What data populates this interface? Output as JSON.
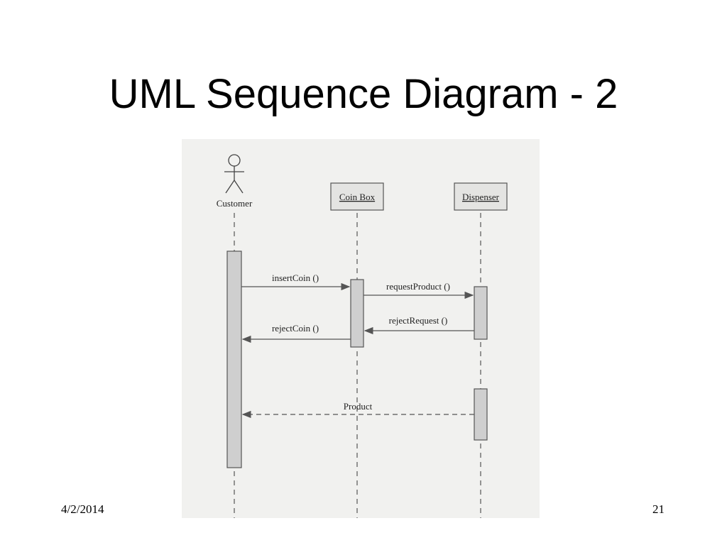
{
  "slide": {
    "title": "UML Sequence Diagram - 2",
    "date": "4/2/2014",
    "page_number": "21"
  },
  "diagram": {
    "actor": {
      "label": "Customer"
    },
    "objects": [
      {
        "label": "Coin Box"
      },
      {
        "label": "Dispenser"
      }
    ],
    "messages": [
      {
        "label": "insertCoin ()",
        "from": "Customer",
        "to": "Coin Box",
        "style": "sync"
      },
      {
        "label": "requestProduct ()",
        "from": "Coin Box",
        "to": "Dispenser",
        "style": "sync"
      },
      {
        "label": "rejectRequest ()",
        "from": "Dispenser",
        "to": "Coin Box",
        "style": "sync"
      },
      {
        "label": "rejectCoin ()",
        "from": "Coin Box",
        "to": "Customer",
        "style": "sync"
      },
      {
        "label": "Product",
        "from": "Dispenser",
        "to": "Customer",
        "style": "return"
      }
    ],
    "colors": {
      "background": "#f1f1ef",
      "activation_fill": "#cfcfcf",
      "object_fill": "#e4e4e2",
      "line": "#555555"
    }
  }
}
